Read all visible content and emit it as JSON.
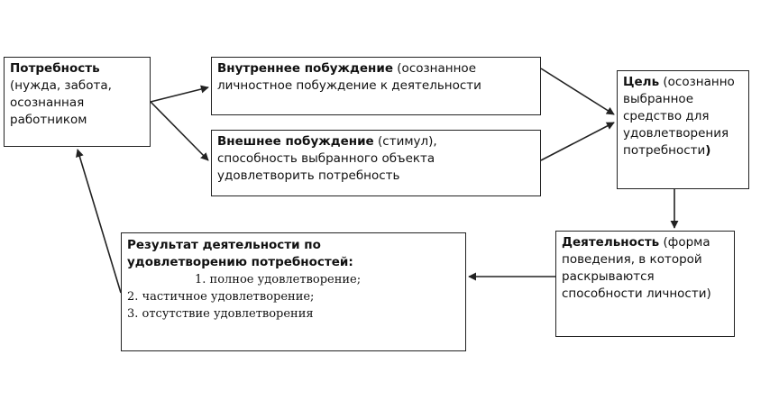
{
  "colors": {
    "line": "#222222",
    "background": "#ffffff",
    "text": "#111111"
  },
  "need": {
    "title": "Потребность",
    "text": "(нужда, забота, осознанная работником"
  },
  "internal": {
    "title": "Внутреннее побуждение",
    "text_line1": " (осознанное",
    "text_line2": "личностное побуждение к деятельности"
  },
  "external": {
    "title": "Внешнее побуждение",
    "text_line1": " (стимул),",
    "text_line2": "способность выбранного объекта",
    "text_line3": "удовлетворить потребность"
  },
  "goal": {
    "title": "Цель",
    "text": " (осознанно выбранное средство для удовлетворения потребности",
    "close": ")"
  },
  "activity": {
    "title": "Деятельность",
    "text": " (форма поведения, в которой раскрываются способности личности)"
  },
  "result": {
    "title_line1": "Результат деятельности по",
    "title_line2": "удовлетворению потребностей:",
    "items": [
      "1. полное удовлетворение;",
      "2. частичное удовлетворение;",
      "3. отсутствие удовлетворения"
    ]
  }
}
